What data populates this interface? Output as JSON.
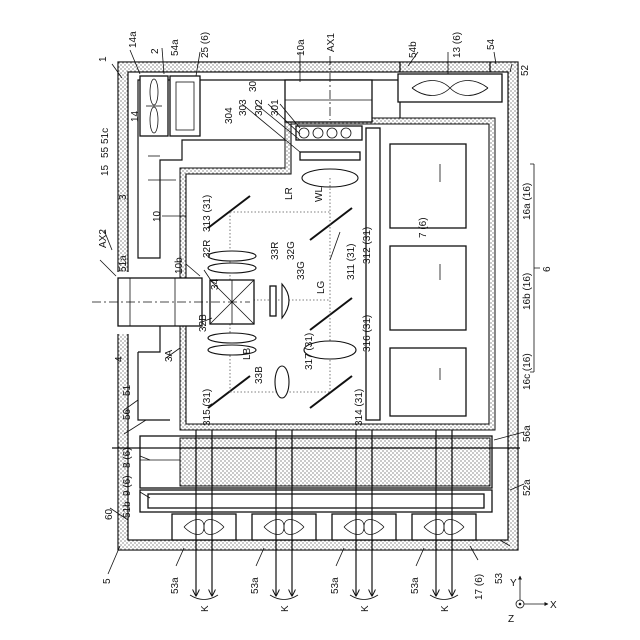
{
  "labels": {
    "l_1": "1",
    "l_14a": "14a",
    "l_2": "2",
    "l_54a": "54a",
    "l_25": "25 (6)",
    "l_10a": "10a",
    "l_ax1": "AX1",
    "l_54b": "54b",
    "l_13": "13 (6)",
    "l_54": "54",
    "l_52": "52",
    "l_30": "30",
    "l_304": "304",
    "l_303": "303",
    "l_302": "302",
    "l_301": "301",
    "l_14": "14",
    "l_51c": "51c",
    "l_15": "15",
    "l_55": "55",
    "l_3": "3",
    "l_lr": "LR",
    "l_wl": "WL",
    "l_10": "10",
    "l_313": "313 (31)",
    "l_32r": "32R",
    "l_33r": "33R",
    "l_7": "7 (6)",
    "l_16a": "16a (16)",
    "l_ax2": "AX2",
    "l_10b": "10b",
    "l_32g": "32G",
    "l_33g": "33G",
    "l_312": "312 (31)",
    "l_311": "311 (31)",
    "l_51a": "51a",
    "l_34": "34",
    "l_lg": "LG",
    "l_16b": "16b (16)",
    "l_6": "6",
    "l_32b": "32B",
    "l_316": "316 (31)",
    "l_4": "4",
    "l_3a": "3A",
    "l_lb": "LB",
    "l_317": "317 (31)",
    "l_33b": "33B",
    "l_16c": "16c (16)",
    "l_51": "51",
    "l_315": "315 (31)",
    "l_314": "314 (31)",
    "l_56": "56",
    "l_56a": "56a",
    "l_8": "8 (6)",
    "l_9": "9 (6)",
    "l_51b": "51b",
    "l_52a": "52a",
    "l_60": "60",
    "l_5": "5",
    "l_53a_1": "53a",
    "l_53a_2": "53a",
    "l_53a_3": "53a",
    "l_53a_4": "53a",
    "l_k_1": "K",
    "l_k_2": "K",
    "l_k_3": "K",
    "l_k_4": "K",
    "l_17": "17 (6)",
    "l_53": "53",
    "l_x": "X",
    "l_y": "Y",
    "l_z": "Z"
  }
}
